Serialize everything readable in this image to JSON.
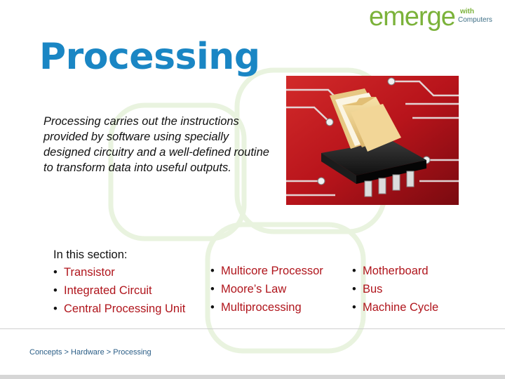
{
  "logo": {
    "main": "emerge",
    "with": "with",
    "computers": "Computers"
  },
  "title": "Processing",
  "description": {
    "term": "Processing",
    "rest": " carries out the instructions provided by software using specially designed circuitry and a well-defined routine to transform data into useful outputs."
  },
  "section": {
    "heading": "In this section:",
    "columns": [
      {
        "items": [
          {
            "label": "Transistor"
          },
          {
            "label": "Integrated Circuit"
          },
          {
            "label": "Central Processing Unit"
          }
        ]
      },
      {
        "items": [
          {
            "label": "Multicore Processor"
          },
          {
            "label": "Moore’s Law"
          },
          {
            "label": "Multiprocessing"
          }
        ]
      },
      {
        "items": [
          {
            "label": "Motherboard"
          },
          {
            "label": "Bus"
          },
          {
            "label": "Machine Cycle"
          }
        ]
      }
    ]
  },
  "footer": {
    "breadcrumb": "Concepts > Hardware > Processing"
  },
  "colors": {
    "title": "#1a86c4",
    "link": "#b0151c",
    "logo_green": "#7bb23a",
    "logo_blue": "#3e6f86",
    "rings": "#e9f3df"
  },
  "images": [
    {
      "name": "chip-folder-photo",
      "description_kind": "red circuit board with microchip and manila folders"
    }
  ]
}
